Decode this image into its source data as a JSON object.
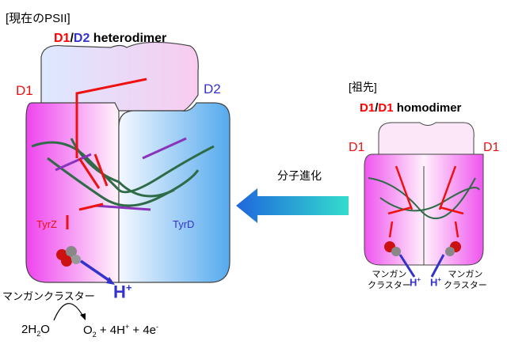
{
  "left": {
    "section_label": "[現在のPSII]",
    "title_d1": "D1",
    "title_sep": "/",
    "title_d2": "D2",
    "title_rest": " heterodimer",
    "label_d1": "D1",
    "label_d2": "D2",
    "tyrz": "TyrZ",
    "tyrd": "TyrD",
    "mn_cluster": "マンガンクラスター",
    "proton": "H",
    "proton_sup": "+",
    "reaction_left": "2H",
    "reaction_left_sub": "2",
    "reaction_left_end": "O",
    "reaction_right_o": "O",
    "reaction_right_sub": "2",
    "reaction_right_mid": " + 4H",
    "reaction_right_sup1": "+",
    "reaction_right_end": " + 4e",
    "reaction_right_sup2": "-"
  },
  "arrow": {
    "label": "分子進化"
  },
  "right": {
    "section_label": "[祖先]",
    "title_d1a": "D1",
    "title_sep": "/",
    "title_d1b": "D1",
    "title_rest": " homodimer",
    "label_left": "D1",
    "label_right": "D1",
    "mn_left_1": "マンガン",
    "mn_left_2": "クラスター",
    "mn_right_1": "マンガン",
    "mn_right_2": "クラスター",
    "proton": "H",
    "proton_sup": "+"
  },
  "colors": {
    "d1": "#ff0000",
    "d2": "#3333cc",
    "proton": "#3333cc"
  }
}
